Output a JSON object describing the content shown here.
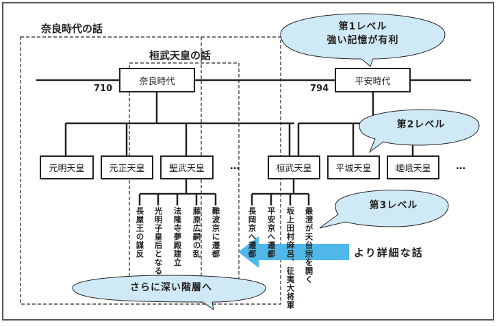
{
  "titles": {
    "nara_story": "奈良時代の話",
    "kanmu_story": "桓武天皇の話"
  },
  "timeline": {
    "eras": [
      {
        "label": "奈良時代",
        "year": "710"
      },
      {
        "label": "平安時代",
        "year": "794"
      }
    ]
  },
  "emperors": {
    "nara": [
      "元明天皇",
      "元正天皇",
      "聖武天皇"
    ],
    "heian": [
      "桓武天皇",
      "平城天皇",
      "嵯峨天皇"
    ],
    "ellipsis": "…"
  },
  "events": {
    "shomu": [
      "長屋王の謀反",
      "光明子皇后となる",
      "法隆寺夢殿建立",
      "藤原広嗣の乱",
      "難波京に遷都"
    ],
    "kanmu": [
      "長岡京へ遷都",
      "平安京へ遷都",
      "坂上田村麻呂、征夷大将軍",
      "最澄が天台宗を開く"
    ]
  },
  "bubbles": {
    "level1_line1": "第1レベル",
    "level1_line2": "強い記憶が有利",
    "level2": "第2レベル",
    "level3": "第3レベル",
    "deeper": "さらに深い階層へ"
  },
  "arrow": {
    "label": "より詳細な話",
    "color": "#4fb8e8"
  },
  "colors": {
    "bubble_fill": "#cfe9f7",
    "line": "#231f20"
  }
}
